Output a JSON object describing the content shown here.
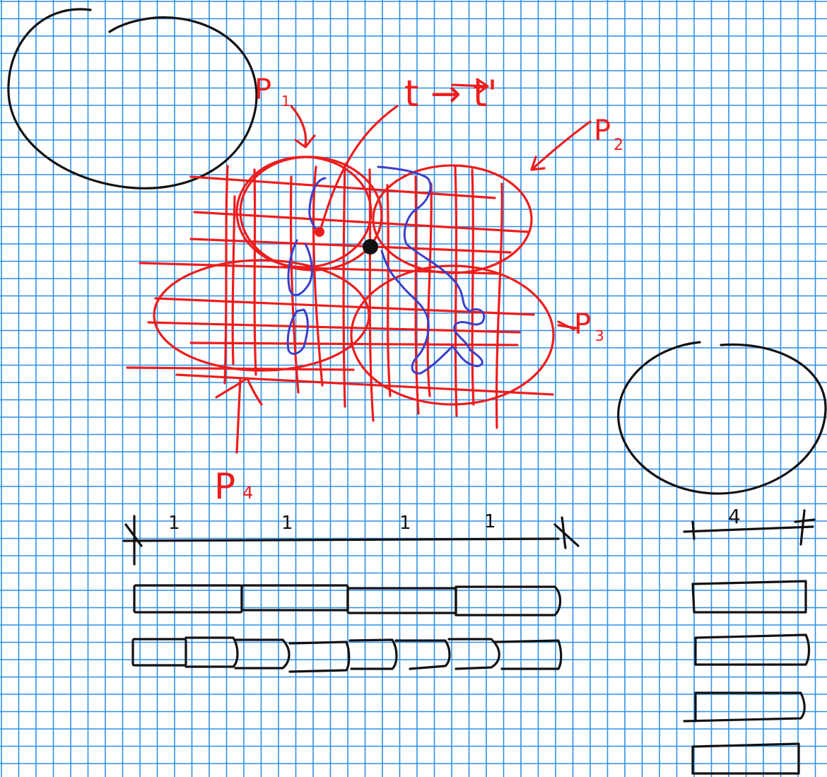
{
  "colors": {
    "grid": "#2f8fe8",
    "black_ink": "#111111",
    "red_ink": "#ee1c1c",
    "blue_ink": "#3a3fc8",
    "paper": "#ffffff"
  },
  "labels": {
    "transition": "t → t'",
    "p1": "P",
    "p1_sub": "1",
    "p2": "P",
    "p2_sub": "2",
    "p3": "P",
    "p3_sub": "3",
    "p4": "P",
    "p4_sub": "4"
  },
  "timeline_main": {
    "ticks": [
      "1",
      "1",
      "1",
      "1"
    ]
  },
  "timeline_right": {
    "tick": "4"
  },
  "block_rows": {
    "main_row1_count": 4,
    "main_row2_count": 8,
    "right_column_count": 4
  }
}
